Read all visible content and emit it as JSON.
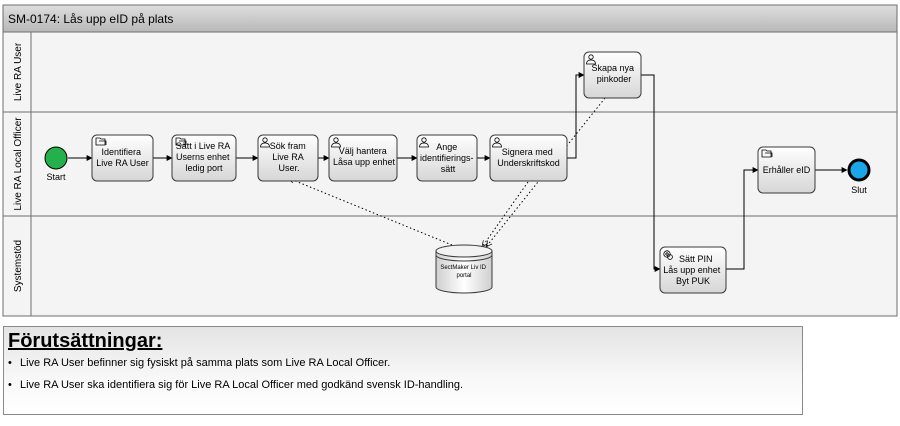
{
  "title": "SM-0174: Lås upp eID på plats",
  "lanes": [
    {
      "label": "Live RA User"
    },
    {
      "label": "Live RA Local Officer"
    },
    {
      "label": "Systemstöd"
    }
  ],
  "events": {
    "start": "Start",
    "end": "Slut"
  },
  "tasks": {
    "identifiera": [
      "Identifiera",
      "Live RA User"
    ],
    "satt_i": [
      "Sätt i Live RA",
      "Userns enhet",
      "ledig port"
    ],
    "sok_fram": [
      "Sök fram",
      "Live RA",
      "User."
    ],
    "valj_hantera": [
      "Välj hantera",
      "Låsa upp enhet"
    ],
    "ange": [
      "Ange",
      "identifierings-",
      "sätt"
    ],
    "signera": [
      "Signera med",
      "Underskriftskod"
    ],
    "skapa": [
      "Skapa nya",
      "pinkoder"
    ],
    "satt_pin": [
      "Sätt PIN",
      "Lås upp enhet",
      "Byt PUK"
    ],
    "erhaller": [
      "Erhåller eID"
    ]
  },
  "datastore": [
    "SectMaker Liv ID",
    "portal"
  ],
  "preconditions": {
    "title": "Förutsättningar:",
    "items": [
      "Live RA User befinner sig fysiskt på samma plats som Live RA Local Officer.",
      "Live RA User ska identifiera sig för Live RA Local Officer med godkänd svensk ID-handling."
    ]
  },
  "colors": {
    "header_bg": "#c8c8c8",
    "lane_bg": "#f4f4f4",
    "start_fill": "#22b14c",
    "end_fill": "#1aa6e8"
  }
}
